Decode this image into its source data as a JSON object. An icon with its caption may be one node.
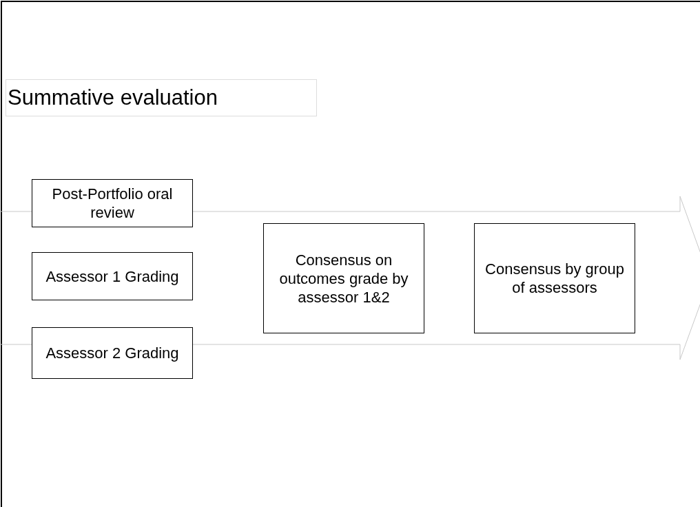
{
  "diagram": {
    "title": "Summative evaluation",
    "nodes": [
      {
        "text": [
          "Post-Portfolio oral review"
        ]
      },
      {
        "text": [
          "Assessor 1 Grading"
        ]
      },
      {
        "text": [
          "Assessor 2 Grading"
        ]
      },
      {
        "text": [
          "Consensus on outcomes grade by assessor 1&2"
        ]
      },
      {
        "text": [
          "Consensus by group of assessors"
        ]
      }
    ]
  }
}
